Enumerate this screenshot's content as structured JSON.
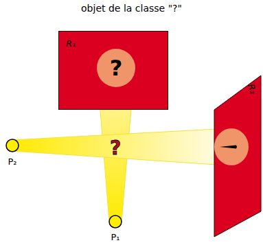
{
  "diagram": {
    "title": "objet de la classe \"?\"",
    "nodes": [
      {
        "text": [
          "R₁"
        ]
      },
      {
        "text": [
          "?"
        ],
        "in": 0
      },
      {
        "text": [
          "R₂"
        ]
      }
    ],
    "labels": [
      "?",
      "P₁",
      "P₂"
    ]
  }
}
